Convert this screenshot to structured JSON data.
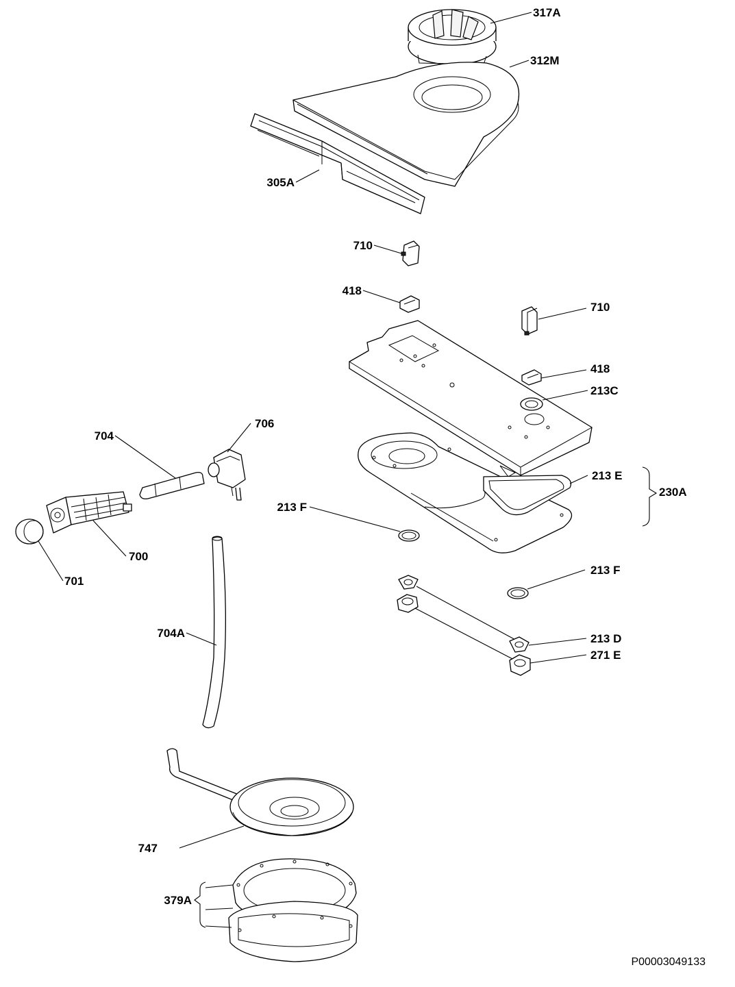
{
  "labels": {
    "l317A": "317A",
    "l312M": "312M",
    "l305A": "305A",
    "l710a": "710",
    "l418a": "418",
    "l710b": "710",
    "l418b": "418",
    "l213C": "213C",
    "l704": "704",
    "l706": "706",
    "l213E": "213 E",
    "l230A": "230A",
    "l213Fa": "213 F",
    "l700": "700",
    "l701": "701",
    "l213Fb": "213 F",
    "l704A": "704A",
    "l213D": "213 D",
    "l271E": "271 E",
    "l747": "747",
    "l379A": "379A"
  },
  "reference": "P00003049133"
}
